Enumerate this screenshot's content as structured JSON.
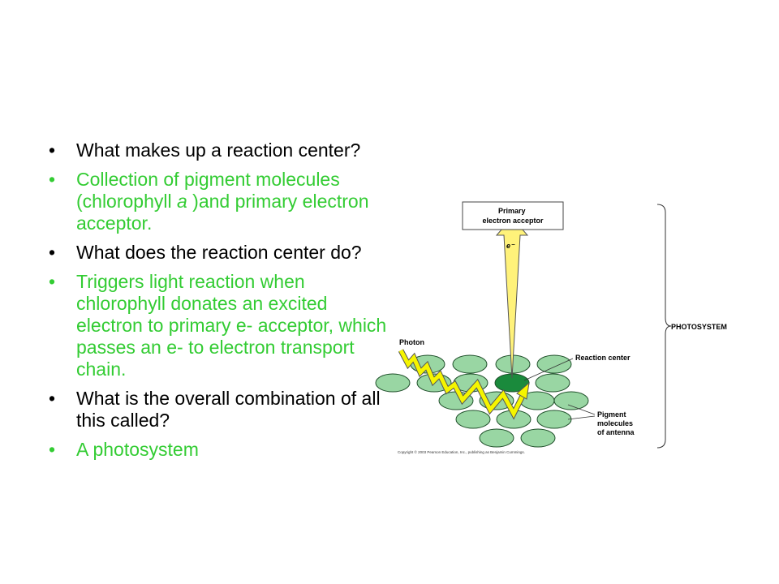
{
  "bullets": [
    {
      "text": "What makes up a reaction center?",
      "kind": "question"
    },
    {
      "text": "Collection of pigment molecules (chlorophyll a )and primary electron acceptor.",
      "kind": "answer"
    },
    {
      "text": "What does the reaction center do?",
      "kind": "question"
    },
    {
      "text": "Triggers light reaction when chlorophyll donates an excited electron to primary e- acceptor, which passes an e- to electron transport chain.",
      "kind": "answer"
    },
    {
      "text": "What is the overall combination of all this called?",
      "kind": "question"
    },
    {
      "text": "A photosystem",
      "kind": "answer"
    }
  ],
  "bullet_symbol": "•",
  "colors": {
    "question": "#000000",
    "answer": "#33cc33",
    "pigment": "#99d6a3",
    "reaction_center": "#1a8a3c",
    "arrow": "#fff27a",
    "zigzag": "#f5f500"
  },
  "diagram": {
    "acceptor_line1": "Primary",
    "acceptor_line2": "electron acceptor",
    "electron_label": "e⁻",
    "photon_label": "Photon",
    "reaction_center_label": "Reaction center",
    "pigment_line1": "Pigment",
    "pigment_line2": "molecules",
    "pigment_line3": "of antenna",
    "photosystem_label": "PHOTOSYSTEM",
    "copyright": "Copyright © 2003 Pearson Education, Inc., publishing as Benjamin Cummings."
  }
}
